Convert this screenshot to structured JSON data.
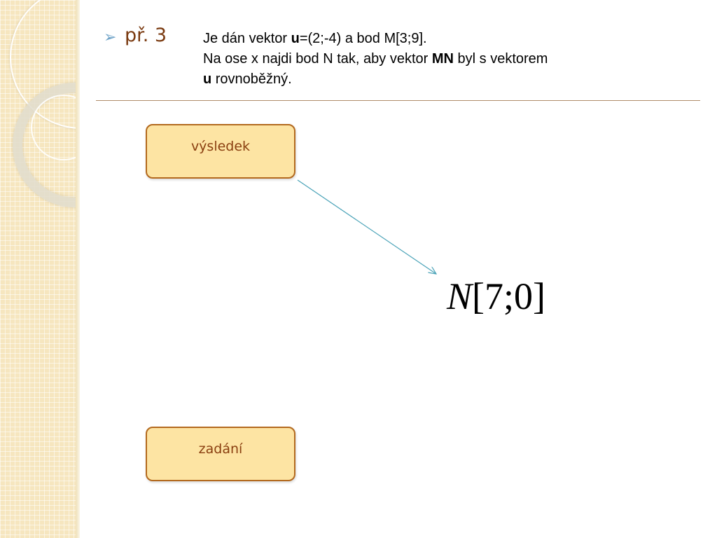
{
  "header": {
    "bullet": "➢",
    "label": "př. 3"
  },
  "task": {
    "line1_prefix": "Je dán vektor ",
    "line1_bold": "u",
    "line1_suffix": "=(2;-4) a bod M[3;9].",
    "line2_prefix": "Na ose x najdi bod N tak, aby vektor ",
    "line2_bold": "MN",
    "line2_suffix": " byl s vektorem",
    "line3_bold": "u",
    "line3_suffix": " rovnoběžný."
  },
  "buttons": {
    "result_label": "výsledek",
    "task_label": "zadání"
  },
  "answer": {
    "variable": "N",
    "coords": "[7;0]"
  },
  "colors": {
    "button_fill": "#fde4a3",
    "button_border": "#b3691e",
    "button_text": "#8a3f10",
    "header_text": "#7a3a10",
    "bullet": "#6fa3c8",
    "arrow": "#4ba3b8"
  }
}
